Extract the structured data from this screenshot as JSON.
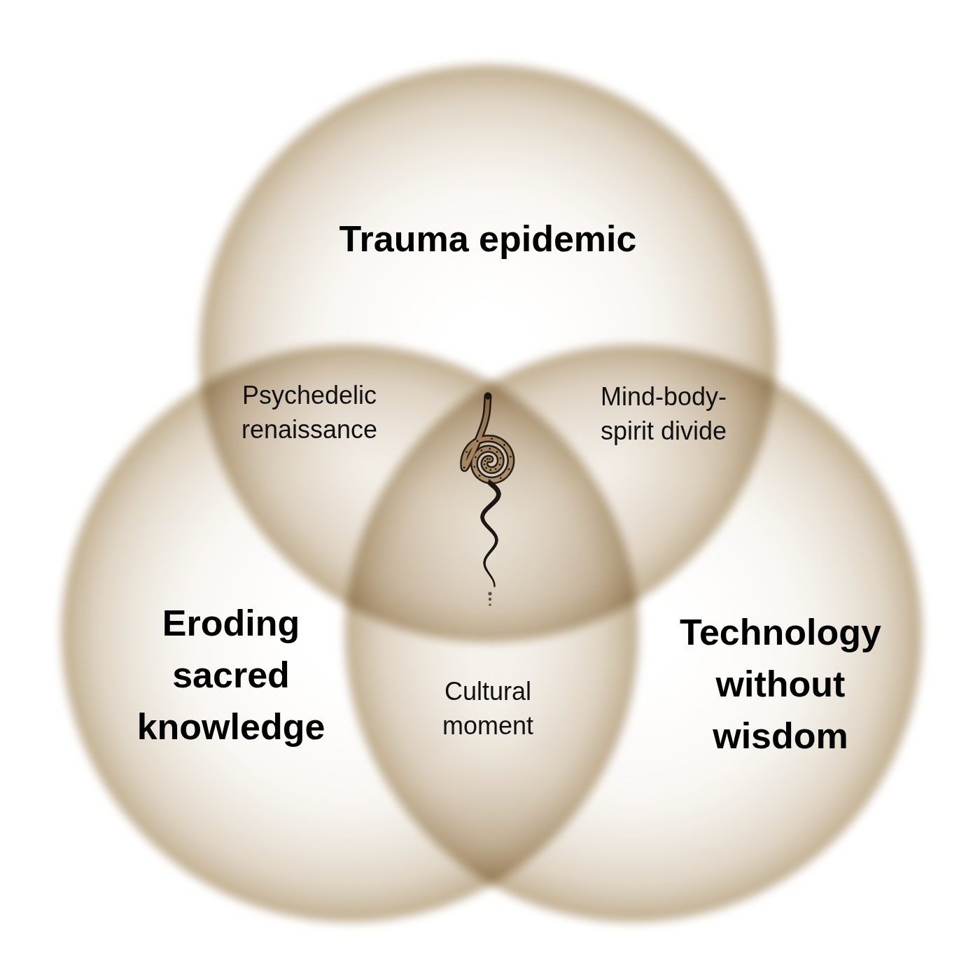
{
  "diagram": {
    "nodes": [
      {
        "text": [
          "Trauma epidemic"
        ]
      },
      {
        "text": [
          "Eroding sacred knowledge"
        ]
      },
      {
        "text": [
          "Technology without wisdom"
        ]
      }
    ],
    "labels": [
      "Psychedelic renaissance",
      "Mind-body-spirit divide",
      "Cultural moment"
    ]
  }
}
